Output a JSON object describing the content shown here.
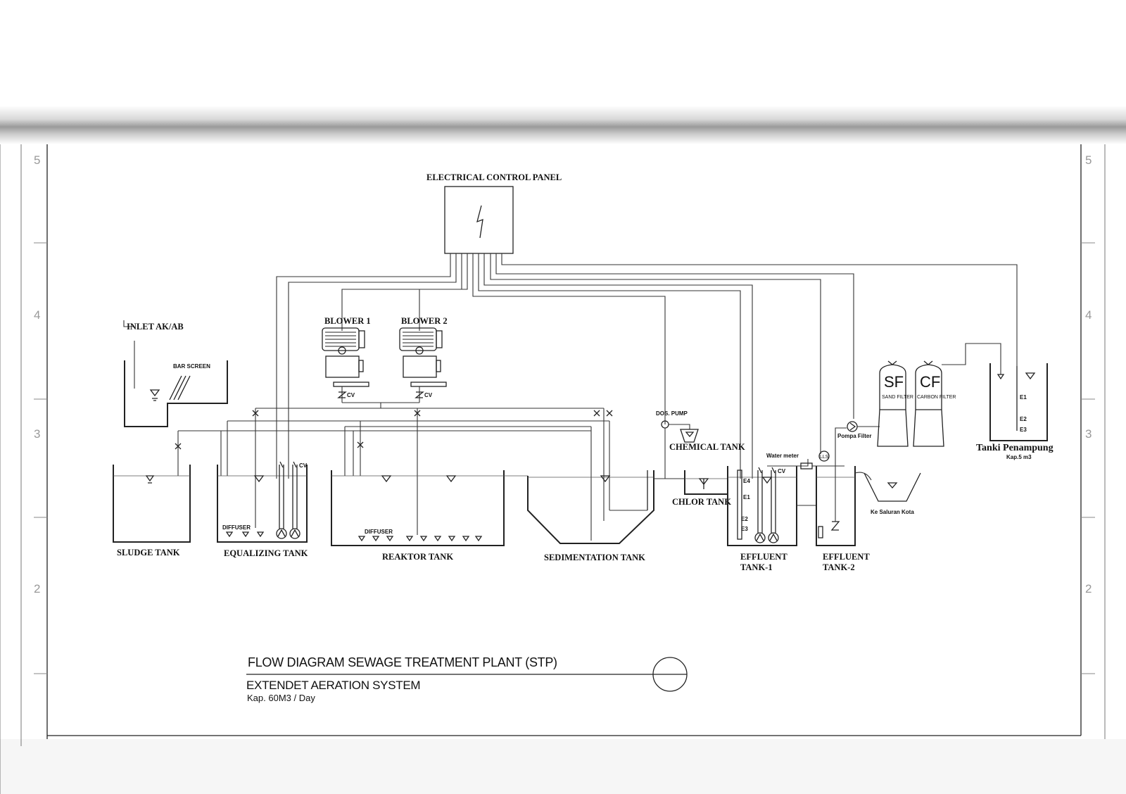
{
  "title": {
    "main": "FLOW DIAGRAM SEWAGE TREATMENT PLANT (STP)",
    "system": "EXTENDET AERATION SYSTEM",
    "capacity": "Kap. 60M3 / Day"
  },
  "margin_numbers": {
    "left": [
      "5",
      "4",
      "3",
      "2"
    ],
    "right": [
      "5",
      "4",
      "3",
      "2"
    ]
  },
  "components": {
    "control_panel": "ELECTRICAL CONTROL PANEL",
    "blower_1": "BLOWER 1",
    "blower_2": "BLOWER 2",
    "cv": "CV",
    "inlet": "INLET AK/AB",
    "bar_screen": "BAR SCREEN",
    "sludge_tank": "SLUDGE TANK",
    "equalizing_tank": "EQUALIZING TANK",
    "reaktor_tank": "REAKTOR TANK",
    "sedimentation_tank": "SEDIMENTATION TANK",
    "diffuser": "DIFFUSER",
    "dos_pump": "DOS. PUMP",
    "chemical_tank": "CHEMICAL TANK",
    "chlor_tank": "CHLOR TANK",
    "water_meter": "Water meter",
    "lls": "LLS",
    "effluent_tank_1": [
      "EFFLUENT",
      "TANK-1"
    ],
    "effluent_tank_2": [
      "EFFLUENT",
      "TANK-2"
    ],
    "pompa_filter": "Pompa Filter",
    "sand_filter": {
      "code": "SF",
      "name": "SAND FILTER"
    },
    "carbon_filter": {
      "code": "CF",
      "name": "CARBON FILTER"
    },
    "tanki_penampung": "Tanki Penampung",
    "tanki_capacity": "Kap.5 m3",
    "ke_saluran_kota": "Ke Saluran Kota",
    "electrodes": {
      "e1": "E1",
      "e2": "E2",
      "e3": "E3",
      "e4": "E4"
    }
  }
}
